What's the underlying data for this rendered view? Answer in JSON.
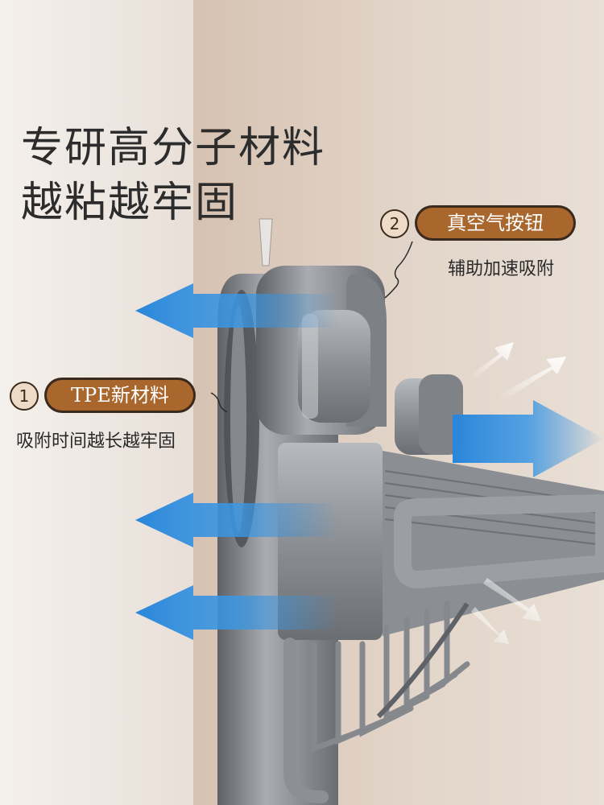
{
  "headline": {
    "line1": "专研高分子材料",
    "line2": "越粘越牢固"
  },
  "feature_vacuum": {
    "number": "2",
    "title": "真空气按钮",
    "description": "辅助加速吸附"
  },
  "feature_tpe": {
    "number": "1",
    "title": "TPE新材料",
    "description": "吸附时间越长越牢固"
  },
  "colors": {
    "accent": "#a9662d",
    "arrow_blue": "#2f8fe0",
    "metal": "#8a8d92"
  },
  "icons": [
    "arrow-left-icon",
    "arrow-right-icon"
  ]
}
